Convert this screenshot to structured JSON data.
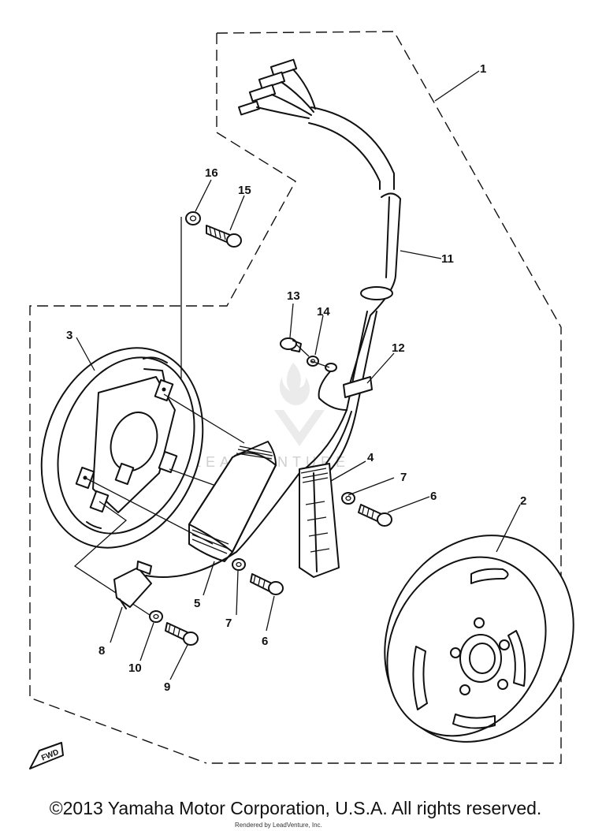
{
  "callouts": [
    {
      "id": "1",
      "label": "1"
    },
    {
      "id": "2",
      "label": "2"
    },
    {
      "id": "3",
      "label": "3"
    },
    {
      "id": "4",
      "label": "4"
    },
    {
      "id": "5",
      "label": "5"
    },
    {
      "id": "6a",
      "label": "6"
    },
    {
      "id": "6b",
      "label": "6"
    },
    {
      "id": "7a",
      "label": "7"
    },
    {
      "id": "7b",
      "label": "7"
    },
    {
      "id": "8",
      "label": "8"
    },
    {
      "id": "9",
      "label": "9"
    },
    {
      "id": "10",
      "label": "10"
    },
    {
      "id": "11",
      "label": "11"
    },
    {
      "id": "12",
      "label": "12"
    },
    {
      "id": "13",
      "label": "13"
    },
    {
      "id": "14",
      "label": "14"
    },
    {
      "id": "15",
      "label": "15"
    },
    {
      "id": "16",
      "label": "16"
    }
  ],
  "fwd_label": "FWD",
  "watermark": "LEADVENTURE",
  "footer": "©2013 Yamaha Motor Corporation, U.S.A. All rights reserved.",
  "footer_sub": "Rendered by LeadVenture, Inc."
}
